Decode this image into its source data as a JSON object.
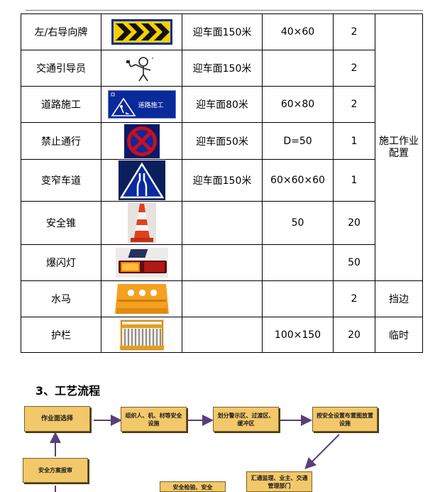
{
  "table": {
    "rows": [
      {
        "name": "左/右导向牌",
        "position": "迎车面150米",
        "size": "40×60",
        "qty": "2",
        "note": "施工作业配置",
        "icon": "chevron-guide-sign-icon"
      },
      {
        "name": "交通引导员",
        "position": "迎车面150米",
        "size": "",
        "qty": "2",
        "note": "",
        "icon": "traffic-guide-person-icon"
      },
      {
        "name": "道路施工",
        "position": "迎车面80米",
        "size": "60×80",
        "qty": "2",
        "note": "",
        "icon": "road-work-sign-icon",
        "sign_text": "道路施工"
      },
      {
        "name": "禁止通行",
        "position": "迎车面50米",
        "size": "D=50",
        "qty": "1",
        "note": "",
        "icon": "no-entry-sign-icon"
      },
      {
        "name": "变窄车道",
        "position": "迎车面150米",
        "size": "60×60×60",
        "qty": "1",
        "note": "",
        "icon": "lane-narrow-sign-icon"
      },
      {
        "name": "安全锥",
        "position": "",
        "size": "50",
        "qty": "20",
        "note": "",
        "icon": "traffic-cone-icon"
      },
      {
        "name": "爆闪灯",
        "position": "",
        "size": "",
        "qty": "50",
        "note": "",
        "icon": "flash-light-icon"
      },
      {
        "name": "水马",
        "position": "",
        "size": "",
        "qty": "2",
        "note": "挡边",
        "icon": "water-barrier-icon"
      },
      {
        "name": "护栏",
        "position": "",
        "size": "100×150",
        "qty": "20",
        "note": "临时",
        "icon": "guardrail-icon"
      }
    ]
  },
  "section": {
    "title": "3、工艺流程"
  },
  "flow": {
    "b1": "作业面选择",
    "b2": "组织人、机、材等安全设施",
    "b3": "划分警示区、过渡区、缓冲区",
    "b4": "按安全设置布置图放置设施",
    "b5": "安全方案报审",
    "b6": "汇通监理、业主、交通管理部门",
    "b7": "安全检验、安全"
  },
  "colors": {
    "flow_box": "#f2c86a",
    "arrow": "#5a3e7a",
    "sign_blue": "#0a2aa0",
    "sign_yellow": "#f5d000"
  }
}
